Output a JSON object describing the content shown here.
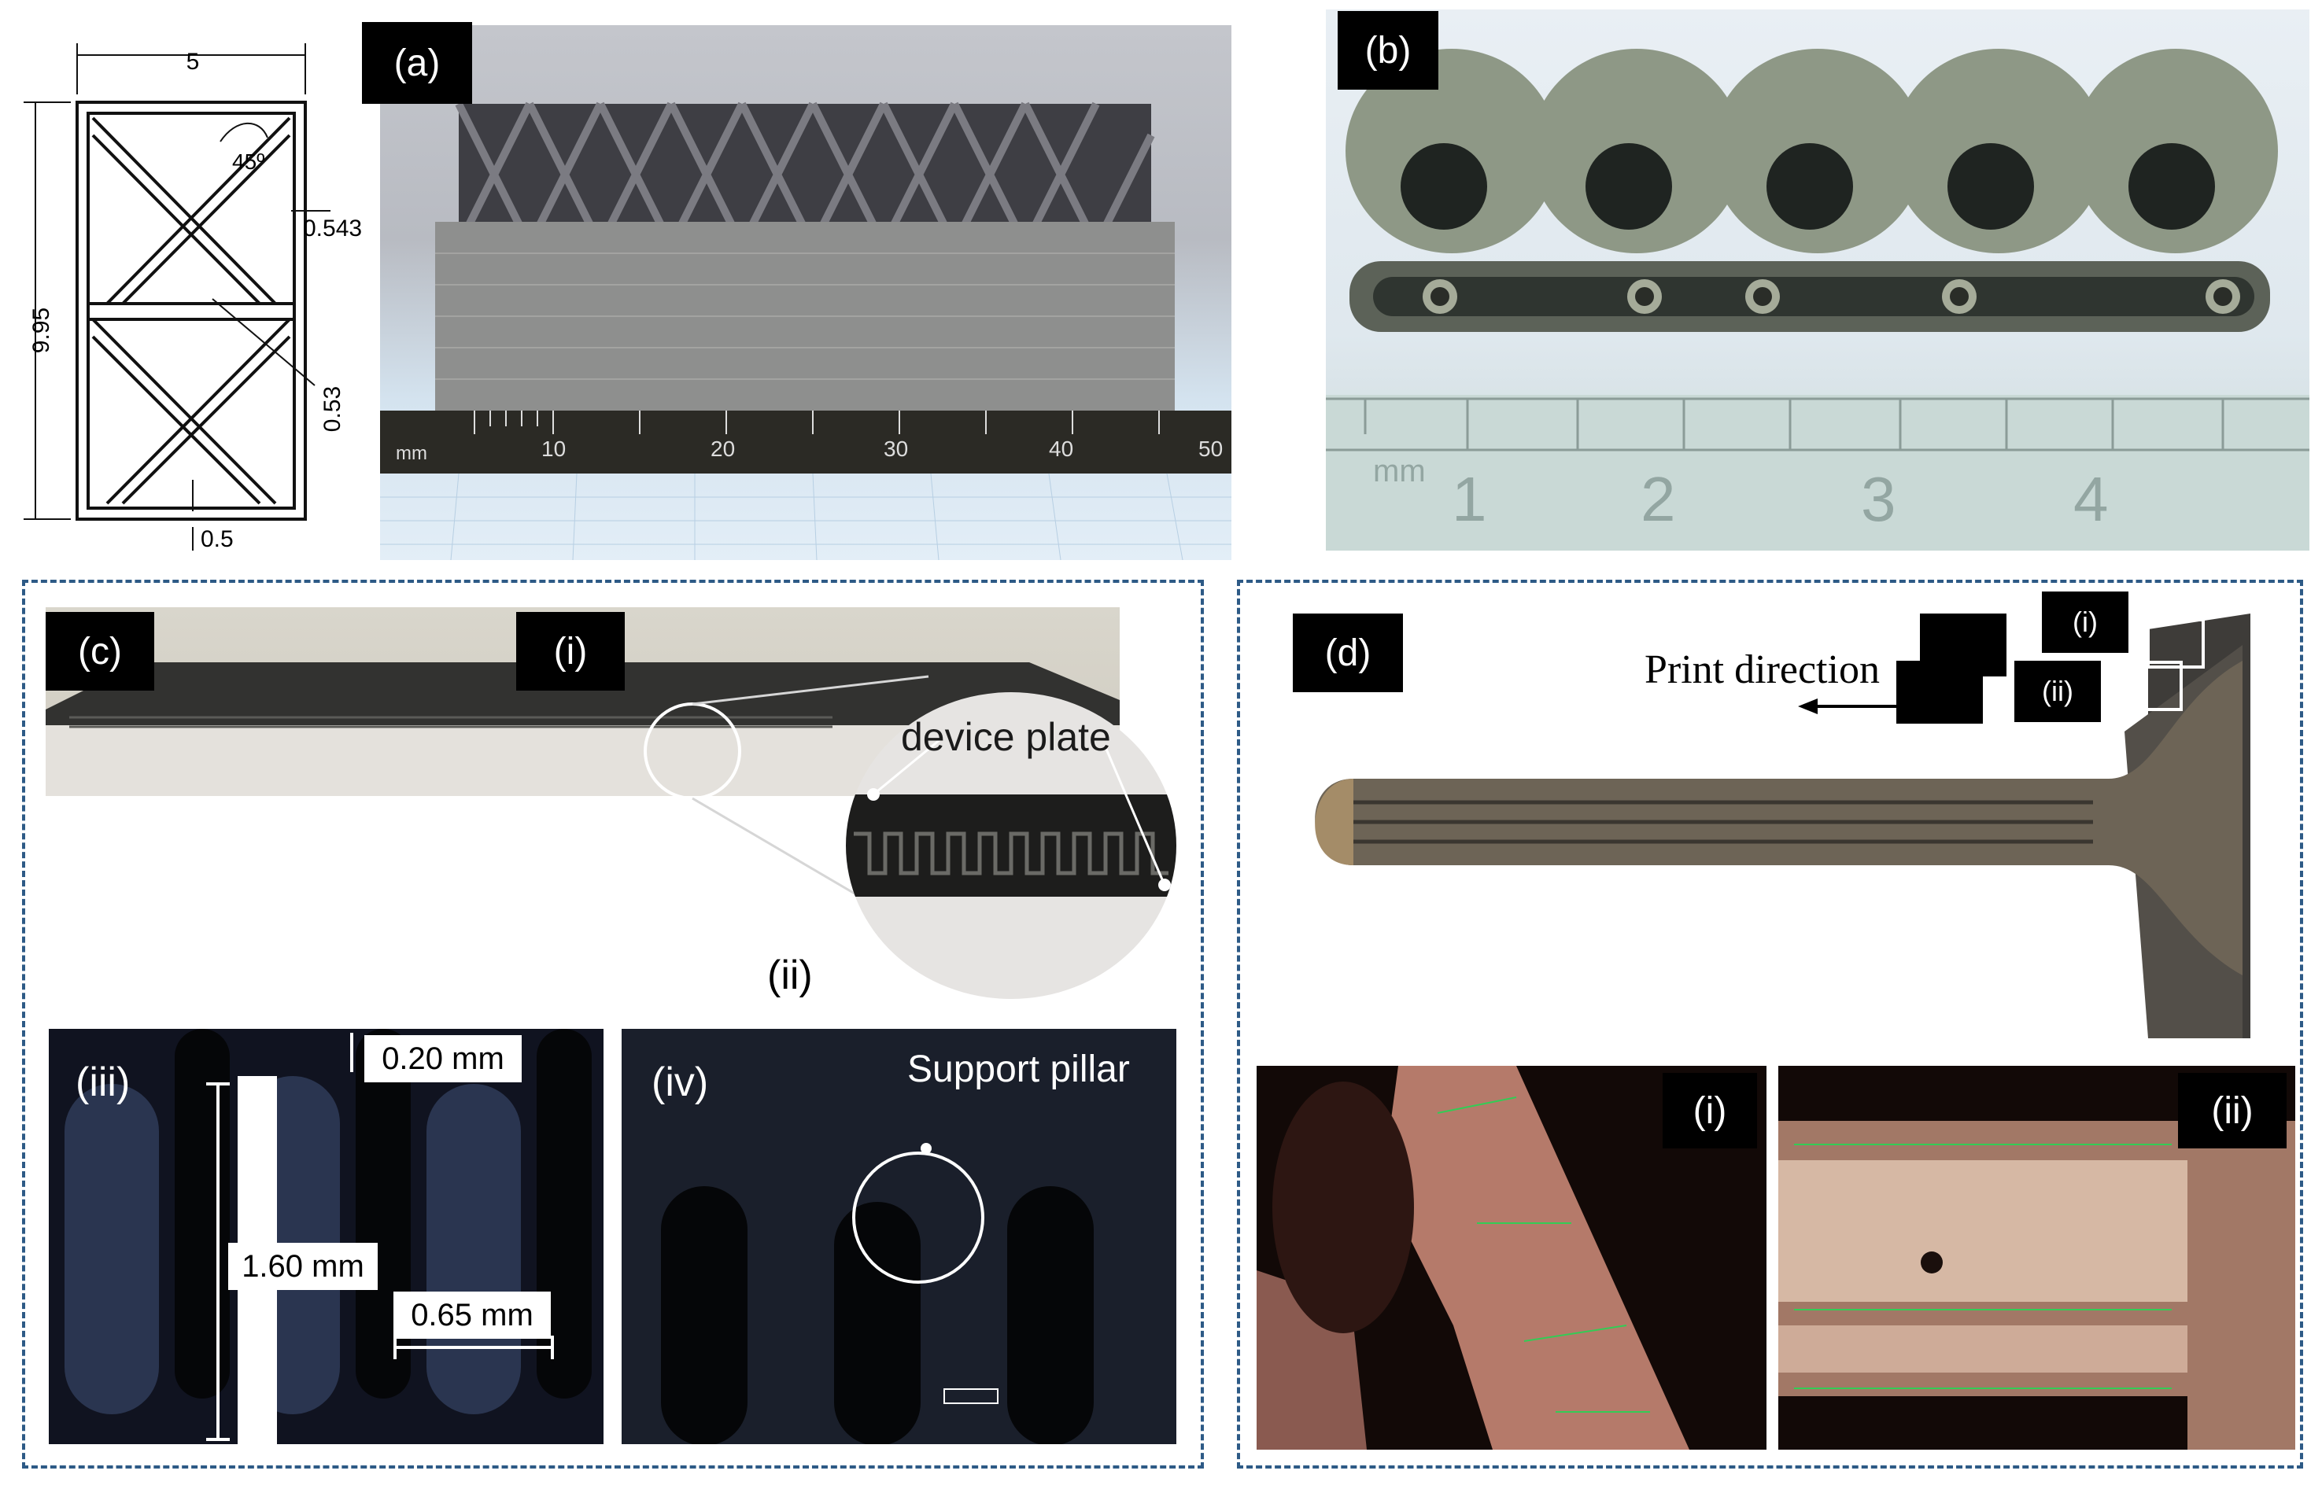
{
  "drawing": {
    "dim_top": "5",
    "dim_angle": "45º",
    "dim_strut": "0.543",
    "dim_height": "9.95",
    "dim_diag": "0.53",
    "dim_bottom": "0.5"
  },
  "panel_a": {
    "tag": "(a)",
    "ruler_numbers": [
      "10",
      "20",
      "30",
      "40",
      "50"
    ],
    "ruler_unit": "mm"
  },
  "panel_b": {
    "tag": "(b)",
    "ruler_numbers": [
      "1",
      "2",
      "3",
      "4"
    ],
    "ruler_unit": "mm"
  },
  "panel_c": {
    "tag": "(c)",
    "sub_i": "(i)",
    "device_plate": "device plate",
    "sub_ii": "(ii)",
    "sub_iii": "(iii)",
    "dim_020": "0.20 mm",
    "dim_160": "1.60 mm",
    "dim_065": "0.65 mm",
    "sub_iv": "(iv)",
    "support_pillar": "Support pillar"
  },
  "panel_d": {
    "tag": "(d)",
    "inset_i": "(i)",
    "inset_ii": "(ii)",
    "print_direction": "Print direction",
    "micro_i": "(i)",
    "micro_ii": "(ii)"
  },
  "colors": {
    "dashed_border": "#2d5a86",
    "label_bg": "#000000",
    "label_fg": "#ffffff"
  }
}
